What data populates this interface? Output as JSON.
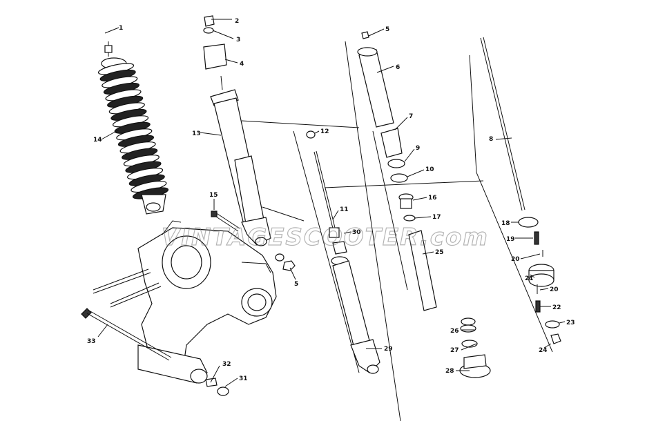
{
  "watermark": "VINTAGESCOOTER.com",
  "callouts": {
    "c1": "1",
    "c2": "2",
    "c3": "3",
    "c4": "4",
    "c5a": "5",
    "c5b": "5",
    "c6": "6",
    "c7": "7",
    "c8": "8",
    "c9": "9",
    "c10": "10",
    "c11": "11",
    "c12": "12",
    "c13": "13",
    "c14": "14",
    "c15": "15",
    "c16": "16",
    "c17": "17",
    "c18": "18",
    "c19": "19",
    "c20a": "20",
    "c20b": "20",
    "c21": "21",
    "c22": "22",
    "c23": "23",
    "c24": "24",
    "c25": "25",
    "c26": "26",
    "c27": "27",
    "c28": "28",
    "c29": "29",
    "c30": "30",
    "c31": "31",
    "c32": "32",
    "c33": "33"
  }
}
